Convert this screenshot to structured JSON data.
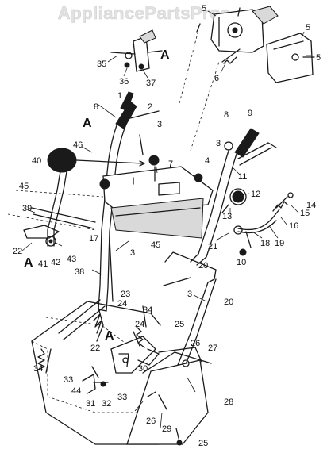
{
  "watermark": "AppliancePartsPros.com",
  "colors": {
    "ink": "#1a1a1a",
    "paper": "#ffffff",
    "watermark": "#e2e2e2"
  },
  "callouts": [
    {
      "id": "c5a",
      "text": "5"
    },
    {
      "id": "c5b",
      "text": "5"
    },
    {
      "id": "c5c",
      "text": "5"
    },
    {
      "id": "c6",
      "text": "6"
    },
    {
      "id": "cA1",
      "text": "A"
    },
    {
      "id": "c35",
      "text": "35"
    },
    {
      "id": "c36",
      "text": "36"
    },
    {
      "id": "c37",
      "text": "37"
    },
    {
      "id": "c1",
      "text": "1"
    },
    {
      "id": "c8a",
      "text": "8"
    },
    {
      "id": "c2",
      "text": "2"
    },
    {
      "id": "cA2",
      "text": "A"
    },
    {
      "id": "c3a",
      "text": "3"
    },
    {
      "id": "c46",
      "text": "46"
    },
    {
      "id": "c40",
      "text": "40"
    },
    {
      "id": "c7",
      "text": "7"
    },
    {
      "id": "c9",
      "text": "9"
    },
    {
      "id": "c8b",
      "text": "8"
    },
    {
      "id": "c3b",
      "text": "3"
    },
    {
      "id": "c4",
      "text": "4"
    },
    {
      "id": "c11",
      "text": "11"
    },
    {
      "id": "c45a",
      "text": "45"
    },
    {
      "id": "c39",
      "text": "39"
    },
    {
      "id": "c12",
      "text": "12"
    },
    {
      "id": "c13",
      "text": "13"
    },
    {
      "id": "c14",
      "text": "14"
    },
    {
      "id": "c15",
      "text": "15"
    },
    {
      "id": "c16",
      "text": "16"
    },
    {
      "id": "c22a",
      "text": "22"
    },
    {
      "id": "c41",
      "text": "41"
    },
    {
      "id": "c42",
      "text": "42"
    },
    {
      "id": "c43",
      "text": "43"
    },
    {
      "id": "cA3",
      "text": "A"
    },
    {
      "id": "c17",
      "text": "17"
    },
    {
      "id": "c45b",
      "text": "45"
    },
    {
      "id": "c21",
      "text": "21"
    },
    {
      "id": "c18",
      "text": "18"
    },
    {
      "id": "c19",
      "text": "19"
    },
    {
      "id": "c10",
      "text": "10"
    },
    {
      "id": "c20a",
      "text": "20"
    },
    {
      "id": "c3c",
      "text": "3"
    },
    {
      "id": "c38",
      "text": "38"
    },
    {
      "id": "c3d",
      "text": "3"
    },
    {
      "id": "c20b",
      "text": "20"
    },
    {
      "id": "c23",
      "text": "23"
    },
    {
      "id": "c24a",
      "text": "24"
    },
    {
      "id": "c34a",
      "text": "34"
    },
    {
      "id": "c24b",
      "text": "24"
    },
    {
      "id": "c25a",
      "text": "25"
    },
    {
      "id": "cA4",
      "text": "A"
    },
    {
      "id": "c22b",
      "text": "22"
    },
    {
      "id": "c26a",
      "text": "26"
    },
    {
      "id": "c27",
      "text": "27"
    },
    {
      "id": "c34b",
      "text": "34"
    },
    {
      "id": "c33a",
      "text": "33"
    },
    {
      "id": "c30",
      "text": "30"
    },
    {
      "id": "c44",
      "text": "44"
    },
    {
      "id": "c31",
      "text": "31"
    },
    {
      "id": "c32",
      "text": "32"
    },
    {
      "id": "c33b",
      "text": "33"
    },
    {
      "id": "c28",
      "text": "28"
    },
    {
      "id": "c26b",
      "text": "26"
    },
    {
      "id": "c29",
      "text": "29"
    },
    {
      "id": "c25b",
      "text": "25"
    }
  ]
}
